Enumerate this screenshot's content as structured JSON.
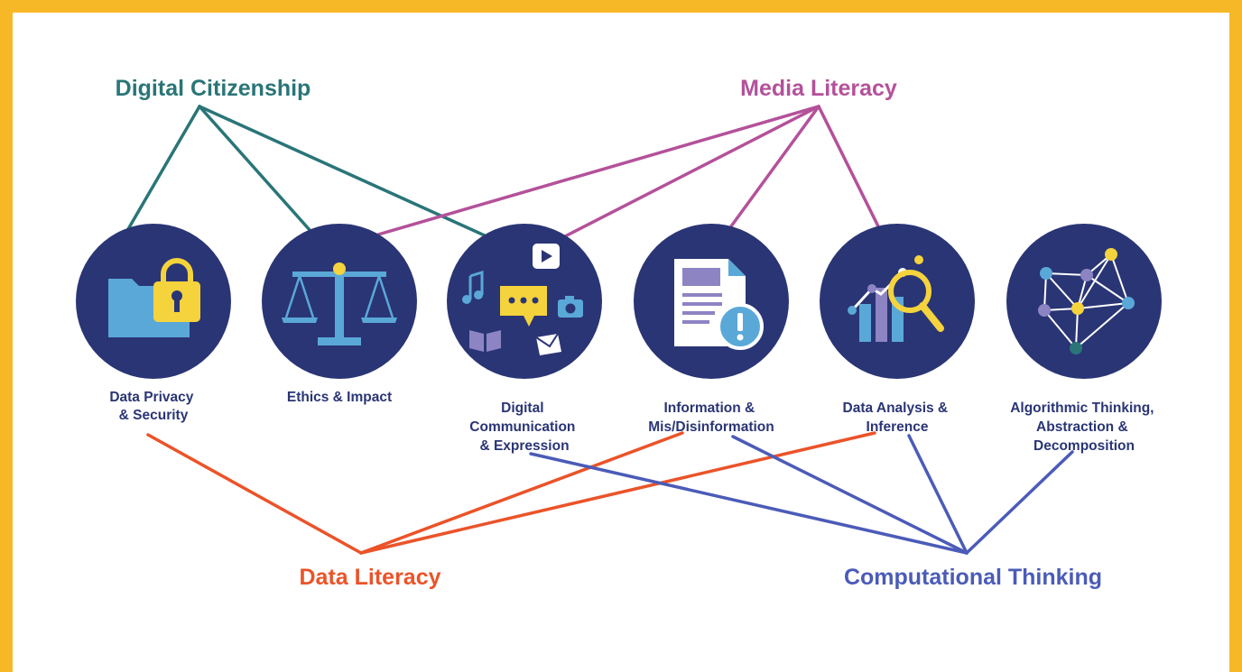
{
  "colors": {
    "frame": "#f6b826",
    "background": "#ffffff",
    "circle": "#2a3575",
    "digital_citizenship": "#2a7578",
    "media_literacy": "#b4519a",
    "data_literacy": "#eb5329",
    "computational_thinking": "#4b5bb8",
    "icon_blue": "#5aa8d8",
    "icon_yellow": "#f5d33c",
    "icon_purple": "#8d84c3",
    "icon_white": "#ffffff"
  },
  "groups": {
    "digital_citizenship": "Digital Citizenship",
    "media_literacy": "Media Literacy",
    "data_literacy": "Data Literacy",
    "computational_thinking": "Computational Thinking"
  },
  "nodes": [
    {
      "id": "data-privacy",
      "icon": "folder-lock-icon",
      "label_lines": [
        "Data Privacy",
        "& Security"
      ]
    },
    {
      "id": "ethics-impact",
      "icon": "scales-icon",
      "label_lines": [
        "Ethics & Impact"
      ]
    },
    {
      "id": "digital-communication",
      "icon": "media-chat-icon",
      "label_lines": [
        "Digital",
        "Communication",
        "& Expression"
      ]
    },
    {
      "id": "information",
      "icon": "document-alert-icon",
      "label_lines": [
        "Information &",
        "Mis/Disinformation"
      ]
    },
    {
      "id": "data-analysis",
      "icon": "chart-magnifier-icon",
      "label_lines": [
        "Data Analysis &",
        "Inference"
      ]
    },
    {
      "id": "algorithmic-thinking",
      "icon": "network-graph-icon",
      "label_lines": [
        "Algorithmic Thinking,",
        "Abstraction &",
        "Decomposition"
      ]
    }
  ],
  "connections": {
    "digital_citizenship": [
      "data-privacy",
      "ethics-impact",
      "digital-communication"
    ],
    "media_literacy": [
      "ethics-impact",
      "digital-communication",
      "information",
      "data-analysis"
    ],
    "data_literacy": [
      "data-privacy",
      "information",
      "data-analysis"
    ],
    "computational_thinking": [
      "digital-communication",
      "information",
      "data-analysis",
      "algorithmic-thinking"
    ]
  }
}
